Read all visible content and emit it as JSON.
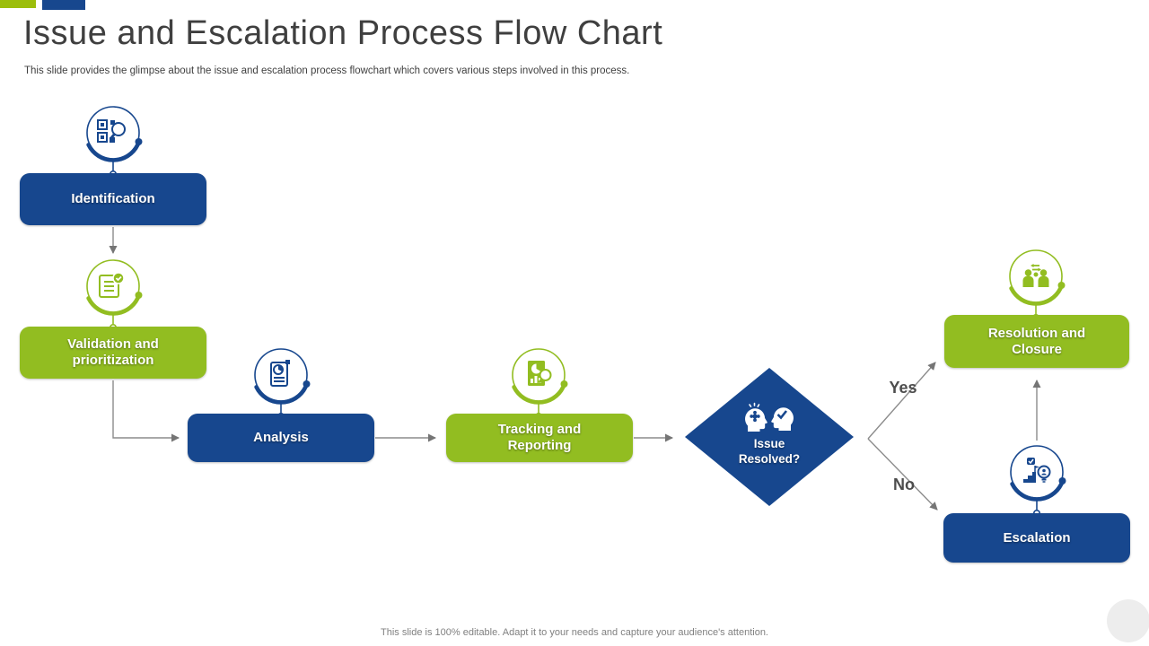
{
  "slide": {
    "title": "Issue and Escalation Process Flow Chart",
    "subtitle": "This slide provides the glimpse about the issue and escalation process flowchart which covers various steps involved in this process.",
    "footer": "This slide is 100% editable. Adapt it to your needs and capture your audience's attention."
  },
  "colors": {
    "primary_blue": "#17478E",
    "primary_green": "#92BD21",
    "accent_bar_green": "#9CBE0C",
    "connector_gray": "#8C8C8C",
    "branch_label_gray": "#4D4D4D",
    "title_gray": "#3F3F3F",
    "footer_gray": "#808080",
    "corner_circle_gray": "#EDEDED"
  },
  "flowchart": {
    "nodes": [
      {
        "id": "identification",
        "label": "Identification",
        "color": "blue",
        "icon": "qr-search-icon"
      },
      {
        "id": "validation",
        "label": "Validation and prioritization",
        "color": "green",
        "icon": "checklist-check-icon"
      },
      {
        "id": "analysis",
        "label": "Analysis",
        "color": "blue",
        "icon": "scroll-pie-chart-icon"
      },
      {
        "id": "tracking",
        "label": "Tracking and Reporting",
        "color": "green",
        "icon": "report-magnifier-icon"
      },
      {
        "id": "resolution",
        "label": "Resolution and Closure",
        "color": "green",
        "icon": "people-exchange-icon"
      },
      {
        "id": "escalation",
        "label": "Escalation",
        "color": "blue",
        "icon": "stairs-lightbulb-icon"
      }
    ],
    "decision": {
      "id": "issue-resolved",
      "label": "Issue Resolved?",
      "icon": "thinking-heads-icon"
    },
    "edges": [
      {
        "from": "identification",
        "to": "validation"
      },
      {
        "from": "validation",
        "to": "analysis"
      },
      {
        "from": "analysis",
        "to": "tracking"
      },
      {
        "from": "tracking",
        "to": "issue-resolved"
      },
      {
        "from": "issue-resolved",
        "to": "resolution",
        "label": "Yes"
      },
      {
        "from": "issue-resolved",
        "to": "escalation",
        "label": "No"
      },
      {
        "from": "escalation",
        "to": "resolution"
      }
    ]
  }
}
